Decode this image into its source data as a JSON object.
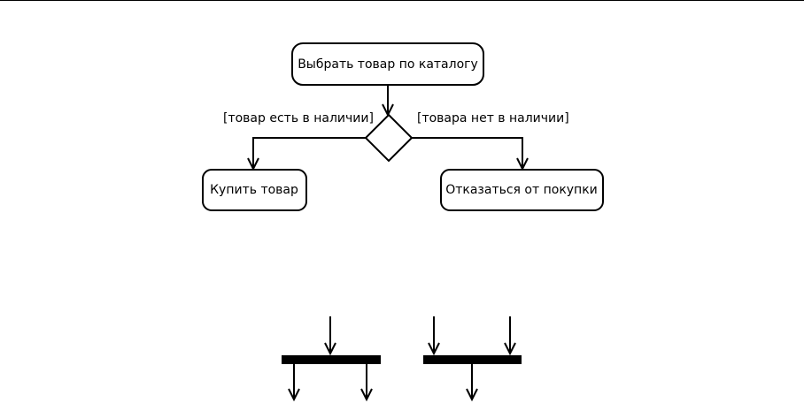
{
  "activity_diagram": {
    "nodes": {
      "select": "Выбрать товар по каталогу",
      "buy": "Купить товар",
      "refuse": "Отказаться от покупки"
    },
    "guards": {
      "in_stock": "[товар есть в наличии]",
      "out_of_stock": "[товара нет в наличии]"
    }
  },
  "colors": {
    "stroke": "#000000",
    "fill": "#ffffff"
  }
}
